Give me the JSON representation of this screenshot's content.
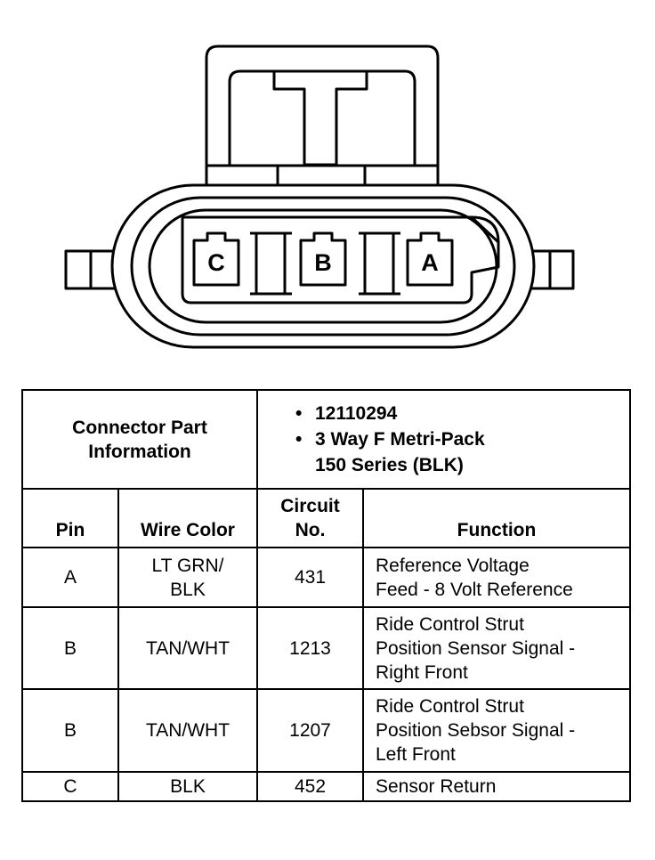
{
  "connector": {
    "pins": [
      {
        "letter": "C"
      },
      {
        "letter": "B"
      },
      {
        "letter": "A"
      }
    ]
  },
  "table": {
    "info_label_line1": "Connector Part",
    "info_label_line2": "Information",
    "info_items": [
      {
        "line1": "12110294",
        "line2": ""
      },
      {
        "line1": "3 Way F Metri-Pack",
        "line2": "150 Series (BLK)"
      }
    ],
    "headers": {
      "pin": "Pin",
      "wire_color": "Wire Color",
      "circuit_line1": "Circuit",
      "circuit_line2": "No.",
      "function": "Function"
    },
    "rows": [
      {
        "pin": "A",
        "wire": [
          "LT GRN/",
          "BLK"
        ],
        "circuit": "431",
        "function": [
          "Reference Voltage",
          "Feed - 8 Volt Reference"
        ]
      },
      {
        "pin": "B",
        "wire": [
          "TAN/WHT"
        ],
        "circuit": "1213",
        "function": [
          "Ride Control Strut",
          "Position Sensor Signal -",
          "Right Front"
        ]
      },
      {
        "pin": "B",
        "wire": [
          "TAN/WHT"
        ],
        "circuit": "1207",
        "function": [
          "Ride Control Strut",
          "Position Sebsor Signal -",
          "Left Front"
        ]
      },
      {
        "pin": "C",
        "wire": [
          "BLK"
        ],
        "circuit": "452",
        "function": [
          "Sensor Return"
        ]
      }
    ]
  }
}
